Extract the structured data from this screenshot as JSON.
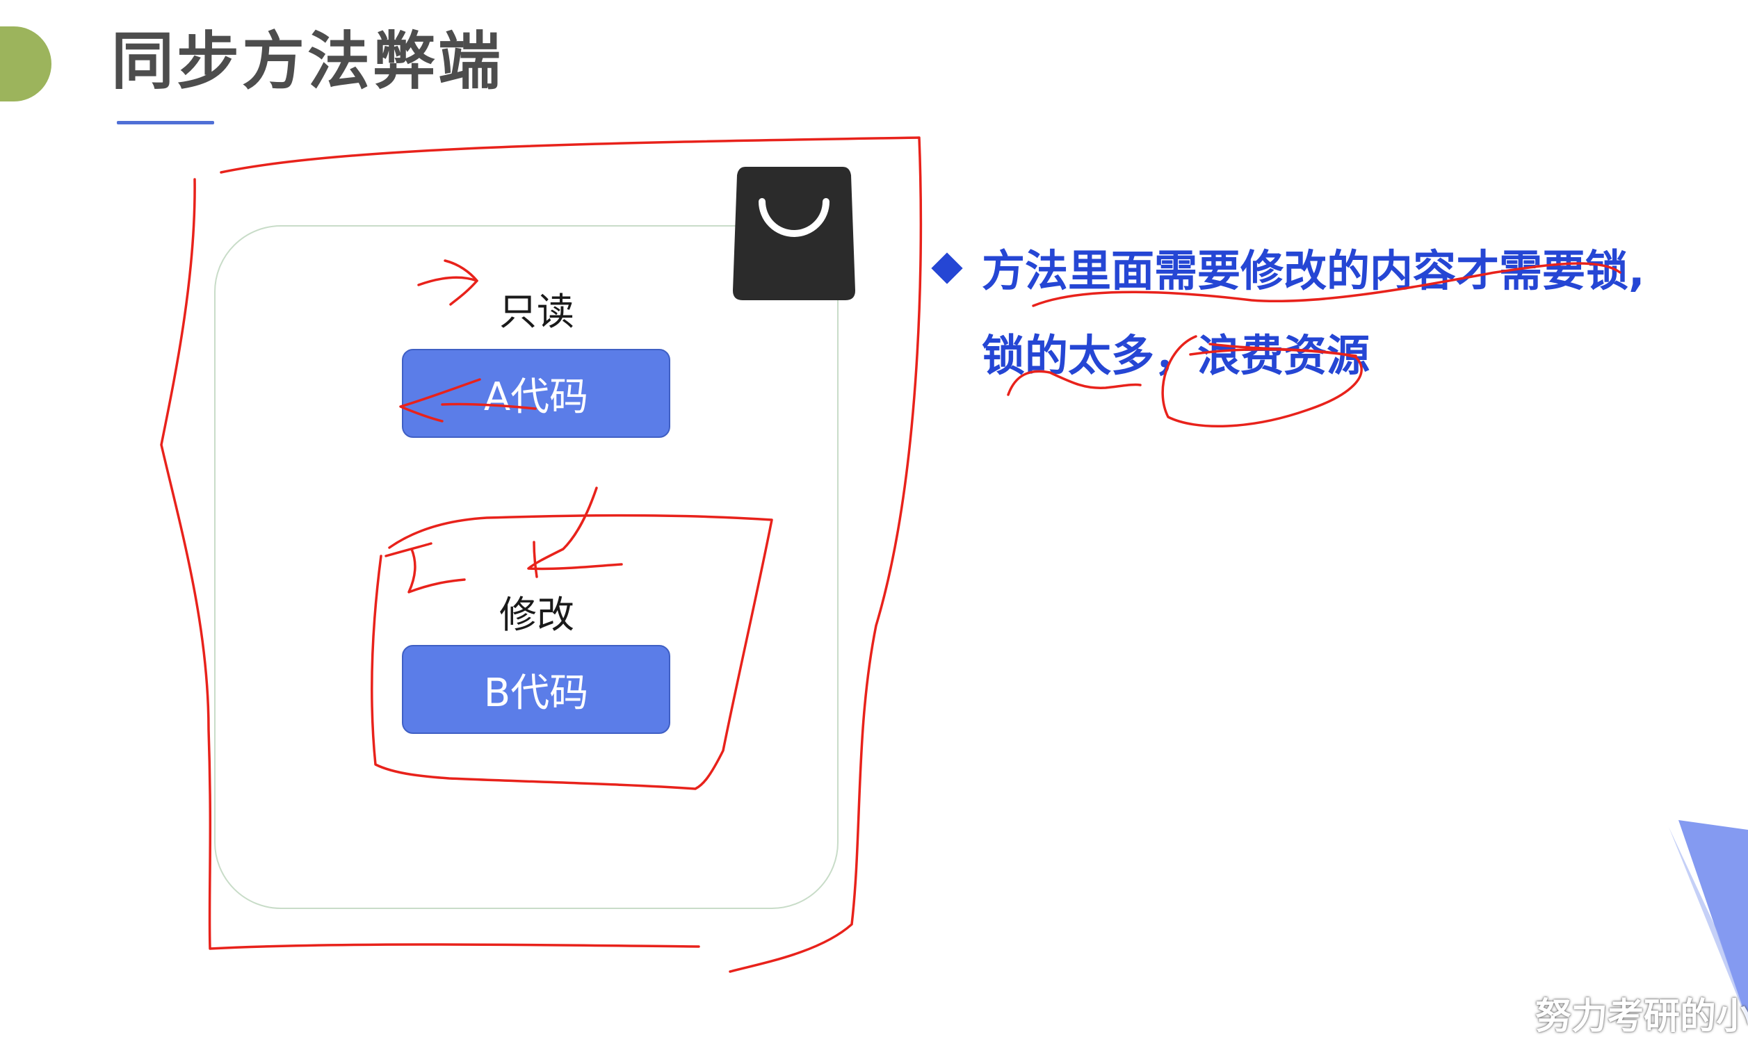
{
  "slide": {
    "title": "同步方法弊端"
  },
  "diagram": {
    "read_label": "只读",
    "code_a": "A代码",
    "modify_label": "修改",
    "code_b": "B代码"
  },
  "bullet": {
    "line1": "方法里面需要修改的内容才需要锁,",
    "line2": "锁的太多，浪费资源"
  },
  "watermark": "努力考研的小"
}
